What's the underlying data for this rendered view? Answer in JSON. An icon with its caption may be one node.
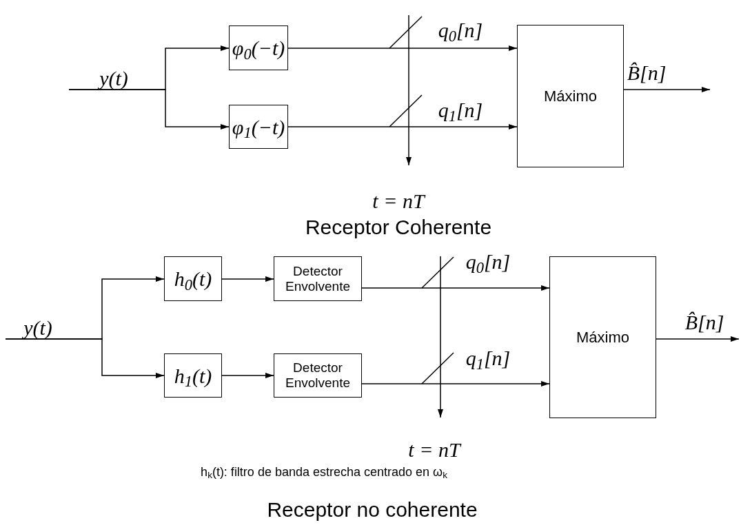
{
  "diagram": {
    "nodes": [
      {
        "text": [
          "φ$_{0}$(−t)"
        ]
      },
      {
        "text": [
          "φ$_{1}$(−t)"
        ]
      },
      {
        "text": [
          "Máximo"
        ]
      },
      {
        "text": [
          "h$_{0}$(t)"
        ]
      },
      {
        "text": [
          "Detector Envolvente"
        ]
      },
      {
        "text": [
          "h$_{1}$(t)"
        ]
      },
      {
        "text": [
          "Detector Envolvente"
        ]
      },
      {
        "text": [
          "Máximo"
        ]
      }
    ],
    "edges": [
      {
        "from": null,
        "to": 0,
        "arrow": "to",
        "label": "y(t)"
      },
      {
        "from": null,
        "to": 1,
        "arrow": "to"
      },
      {
        "from": 0,
        "to": 2,
        "arrow": "to",
        "label": "q$_{0}$[n]"
      },
      {
        "from": 1,
        "to": 2,
        "arrow": "to",
        "label": "q$_{1}$[n]"
      },
      {
        "from": 2,
        "to": null,
        "arrow": "to",
        "label": "B̂[n]"
      },
      {
        "from": null,
        "to": 3,
        "arrow": "to",
        "label": "y(t)"
      },
      {
        "from": null,
        "to": 5,
        "arrow": "to"
      },
      {
        "from": 3,
        "to": 4,
        "arrow": "to"
      },
      {
        "from": 5,
        "to": 6,
        "arrow": "to"
      },
      {
        "from": 4,
        "to": 7,
        "arrow": "to",
        "label": "q$_{0}$[n]"
      },
      {
        "from": 6,
        "to": 7,
        "arrow": "to",
        "label": "q$_{1}$[n]"
      },
      {
        "from": 7,
        "to": null,
        "arrow": "to",
        "label": "B̂[n]"
      }
    ],
    "labels": [
      "t = nT",
      "Receptor Coherente",
      "t = nT",
      "h$_{k}$(t): filtro de banda estrecha centrado en ω$_{k}$",
      "Receptor no coherente"
    ]
  }
}
